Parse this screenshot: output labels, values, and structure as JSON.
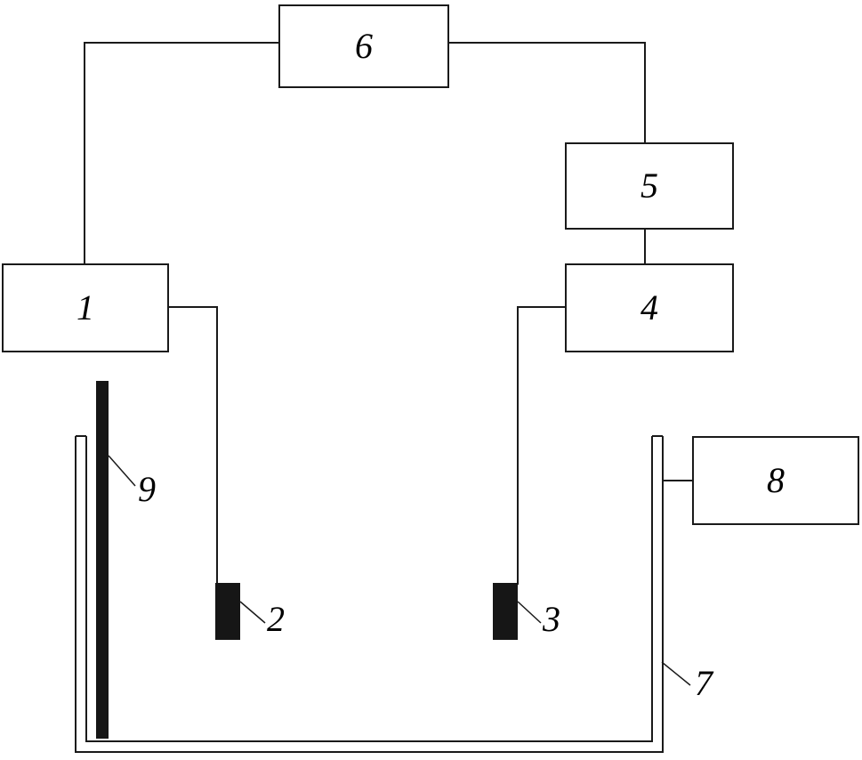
{
  "colors": {
    "line": "#1a1a1a",
    "electrode": "#161616",
    "background": "#ffffff"
  },
  "components": {
    "box1": {
      "label": "1"
    },
    "electrode2": {
      "label": "2"
    },
    "electrode3": {
      "label": "3"
    },
    "box4": {
      "label": "4"
    },
    "box5": {
      "label": "5"
    },
    "box6": {
      "label": "6"
    },
    "vessel7": {
      "label": "7"
    },
    "box8": {
      "label": "8"
    },
    "plate9": {
      "label": "9"
    }
  }
}
